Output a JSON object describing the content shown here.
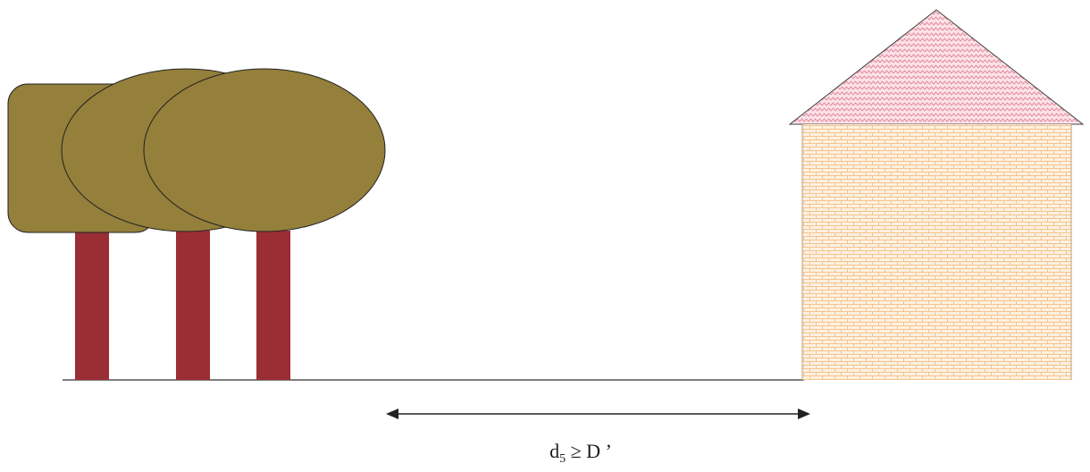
{
  "diagram": {
    "label": {
      "variable": "d",
      "subscript": "5",
      "relation": "≥ D ’"
    },
    "colors": {
      "canopy": "#947f3b",
      "trunk": "#9b2d35",
      "roof": "#e58a9c",
      "wall_brick": "#f4c48e",
      "wall_bg": "#fdf1e1",
      "line": "#333333"
    },
    "icons": [
      "tree-icon",
      "house-icon",
      "double-arrow-icon"
    ]
  }
}
